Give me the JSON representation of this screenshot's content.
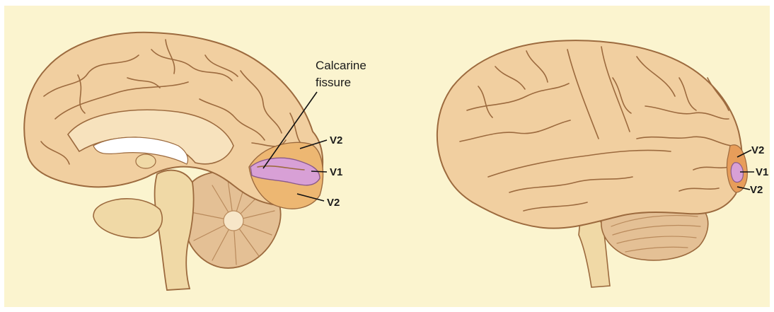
{
  "colors": {
    "background": "#fbf4cf",
    "brain": "#f1cfa0",
    "brain_outline": "#9c6a3e",
    "stem": "#f0d9a6",
    "cerebellum": "#e4c095",
    "v1": "#d8a0d6",
    "v2": "#edb772"
  },
  "labels": {
    "calcarine": [
      "Calcarine",
      "fissure"
    ],
    "medial_v2_top": "V2",
    "medial_v1": "V1",
    "medial_v2_bottom": "V2",
    "lateral_v2_top": "V2",
    "lateral_v1": "V1",
    "lateral_v2_bottom": "V2"
  }
}
